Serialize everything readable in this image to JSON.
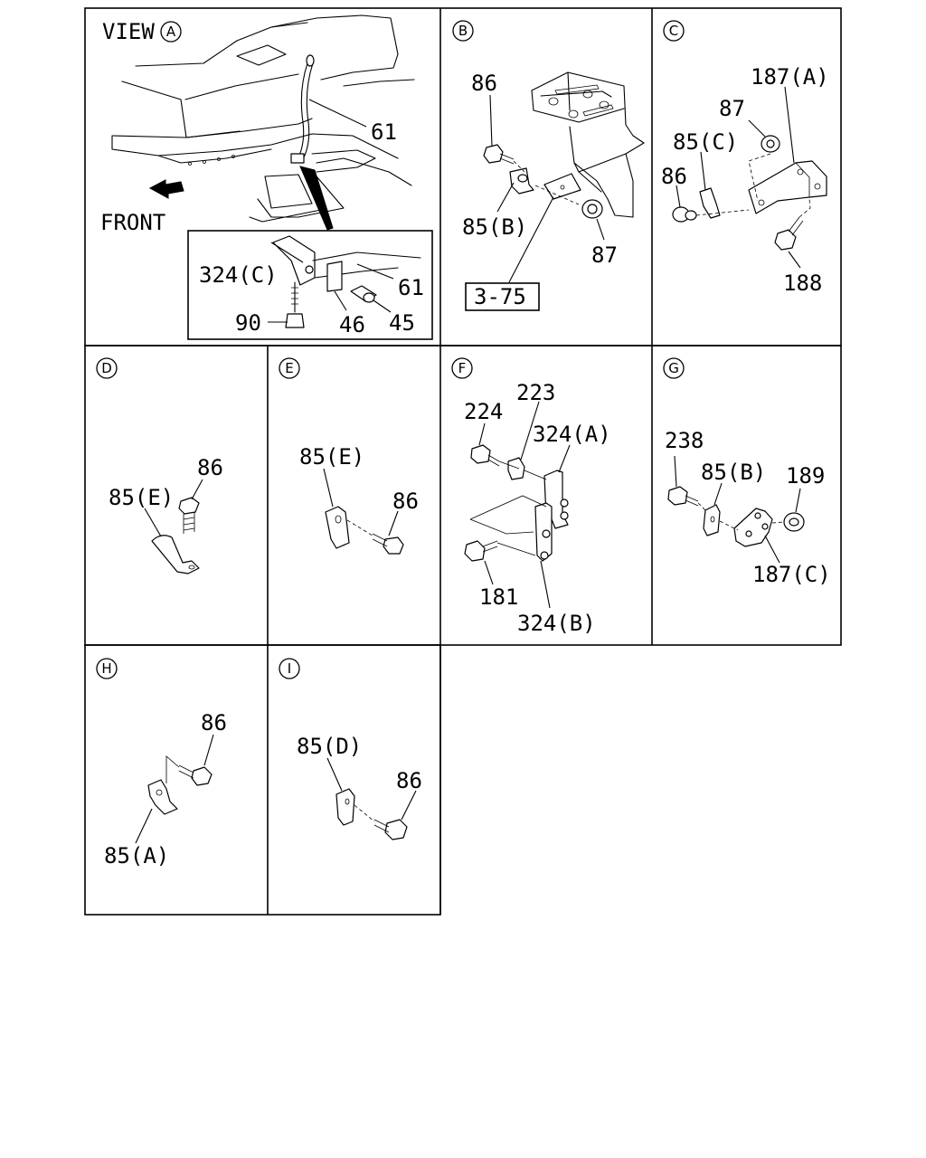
{
  "panels": {
    "A": {
      "marker": "A",
      "view_label": "VIEW",
      "front_label": "FRONT",
      "labels": {
        "p61_top": "61",
        "p324c": "324(C)",
        "p61_inset": "61",
        "p90": "90",
        "p46": "46",
        "p45": "45"
      }
    },
    "B": {
      "marker": "B",
      "labels": {
        "p86": "86",
        "p85b": "85(B)",
        "p87": "87",
        "ref": "3-75"
      }
    },
    "C": {
      "marker": "C",
      "labels": {
        "p187a": "187(A)",
        "p87": "87",
        "p85c": "85(C)",
        "p86": "86",
        "p188": "188"
      }
    },
    "D": {
      "marker": "D",
      "labels": {
        "p86": "86",
        "p85e": "85(E)"
      }
    },
    "E": {
      "marker": "E",
      "labels": {
        "p85e": "85(E)",
        "p86": "86"
      }
    },
    "F": {
      "marker": "F",
      "labels": {
        "p223": "223",
        "p224": "224",
        "p324a": "324(A)",
        "p181": "181",
        "p324b": "324(B)"
      }
    },
    "G": {
      "marker": "G",
      "labels": {
        "p238": "238",
        "p85b": "85(B)",
        "p189": "189",
        "p187c": "187(C)"
      }
    },
    "H": {
      "marker": "H",
      "labels": {
        "p86": "86",
        "p85a": "85(A)"
      }
    },
    "I": {
      "marker": "I",
      "labels": {
        "p85d": "85(D)",
        "p86": "86"
      }
    }
  }
}
